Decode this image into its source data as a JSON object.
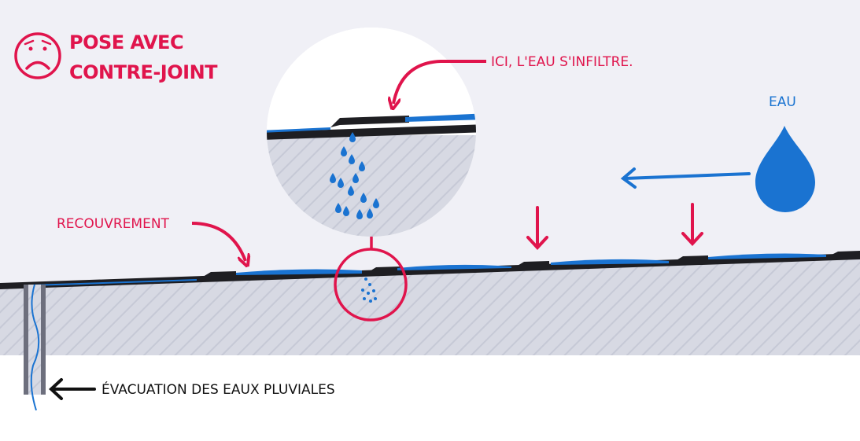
{
  "title": {
    "line1_prefix": "POSE ",
    "line1_emphasis": "AVEC",
    "line2": "CONTRE-JOINT"
  },
  "labels": {
    "infiltration": "ICI, L'EAU S'INFILTRE.",
    "water": "EAU",
    "overlap": "RECOUVREMENT",
    "drainage": "ÉVACUATION DES EAUX PLUVIALES"
  },
  "icons": {
    "sad_face": "sad-face-icon",
    "water_drop": "water-drop-icon"
  },
  "colors": {
    "accent_red": "#e0144c",
    "water_blue": "#1a73d1",
    "sky": "#f0f0f6",
    "ground": "#d7d9e3",
    "membrane": "#1e1e22"
  }
}
